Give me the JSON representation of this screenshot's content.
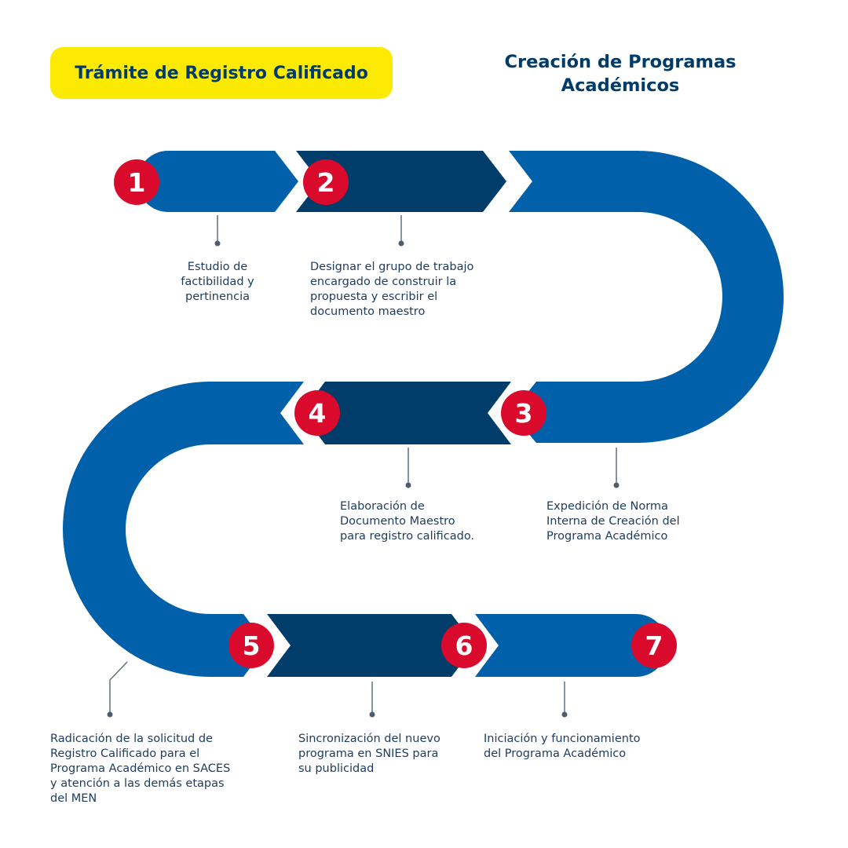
{
  "header": {
    "badge": "Trámite de Registro Calificado",
    "title": "Creación de Programas\nAcadémicos"
  },
  "colors": {
    "blue": "#0060a9",
    "dark_blue": "#003d6a",
    "red": "#d90a2c",
    "yellow": "#fcea02"
  },
  "steps": [
    {
      "number": "1",
      "description": "Estudio de\nfactibilidad y\npertinencia"
    },
    {
      "number": "2",
      "description": "Designar el grupo de trabajo\nencargado de construir la\npropuesta y escribir el\ndocumento maestro"
    },
    {
      "number": "3",
      "description": "Expedición de Norma\nInterna de Creación del\nPrograma Académico"
    },
    {
      "number": "4",
      "description": "Elaboración de\nDocumento Maestro\npara registro calificado."
    },
    {
      "number": "5",
      "description": "Radicación de la solicitud de\nRegistro Calificado para el\nPrograma Académico en SACES\ny atención a las demás etapas\ndel MEN"
    },
    {
      "number": "6",
      "description": "Sincronización del nuevo\nprograma en SNIES para\nsu publicidad"
    },
    {
      "number": "7",
      "description": "Iniciación y funcionamiento\ndel Programa Académico"
    }
  ]
}
